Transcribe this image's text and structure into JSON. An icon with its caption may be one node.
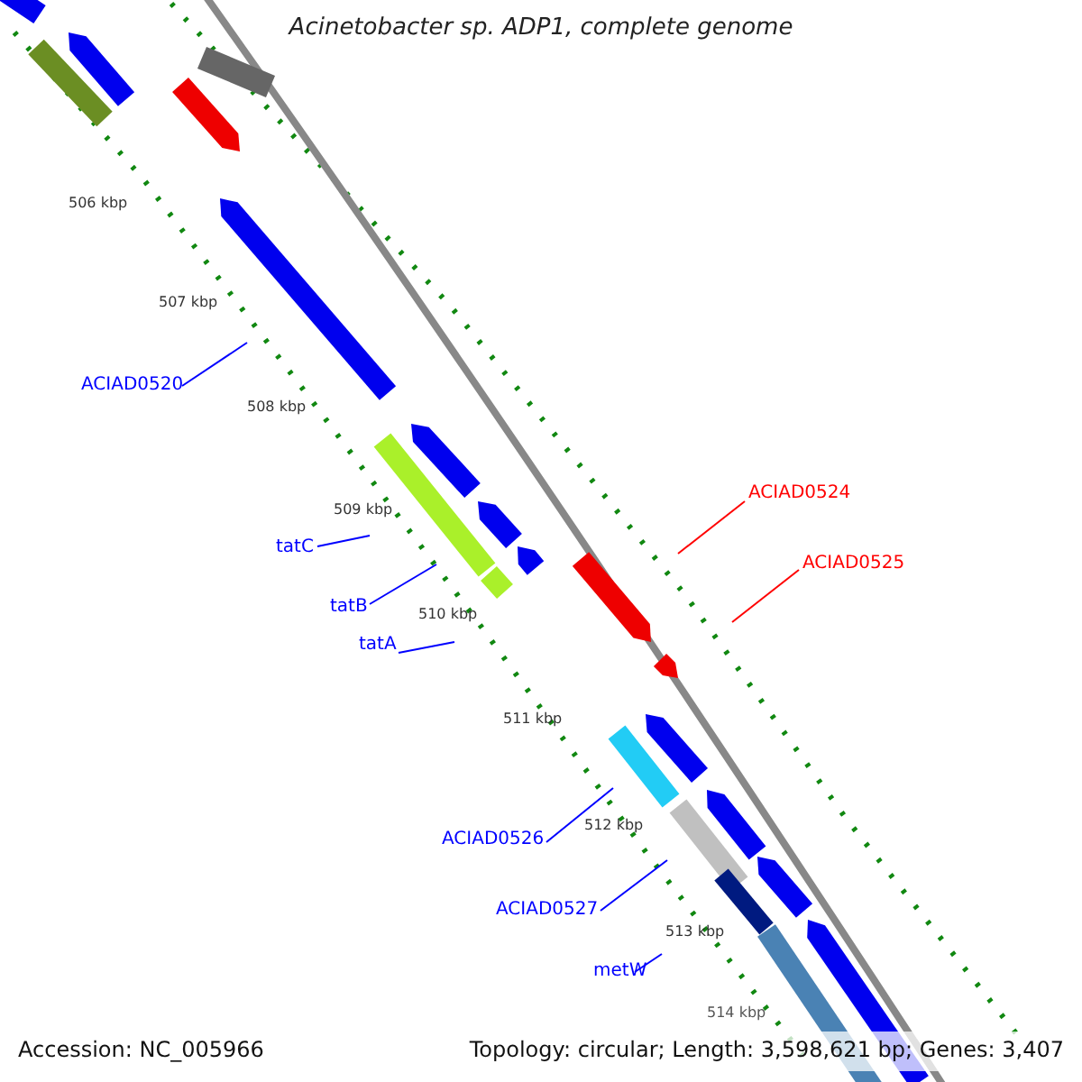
{
  "diagram": {
    "title": "Acinetobacter sp. ADP1, complete genome",
    "nodes": [
      {
        "text": [
          "ACIAD0520"
        ]
      },
      {
        "text": [
          "tatC"
        ]
      },
      {
        "text": [
          "tatB"
        ]
      },
      {
        "text": [
          "tatA"
        ]
      },
      {
        "text": [
          "ACIAD0524"
        ]
      },
      {
        "text": [
          "ACIAD0525"
        ]
      },
      {
        "text": [
          "ACIAD0526"
        ]
      },
      {
        "text": [
          "ACIAD0527"
        ]
      },
      {
        "text": [
          "metW"
        ]
      }
    ],
    "edges": [
      {
        "from": 0,
        "to": null,
        "arrow": "none"
      },
      {
        "from": 1,
        "to": null,
        "arrow": "none"
      },
      {
        "from": 2,
        "to": null,
        "arrow": "none"
      },
      {
        "from": 3,
        "to": null,
        "arrow": "none"
      },
      {
        "from": 4,
        "to": null,
        "arrow": "none",
        "color": "#ff0000"
      },
      {
        "from": 5,
        "to": null,
        "arrow": "none",
        "color": "#ff0000"
      },
      {
        "from": 6,
        "to": null,
        "arrow": "none"
      },
      {
        "from": 7,
        "to": null,
        "arrow": "none"
      },
      {
        "from": 8,
        "to": null,
        "arrow": "none"
      }
    ],
    "labels": [
      "506 kbp",
      "507 kbp",
      "508 kbp",
      "509 kbp",
      "510 kbp",
      "511 kbp",
      "512 kbp",
      "513 kbp",
      "514 kbp",
      "Accession: NC_005966",
      "Topology: circular; Length: 3,598,621 bp; Genes: 3,407"
    ]
  }
}
